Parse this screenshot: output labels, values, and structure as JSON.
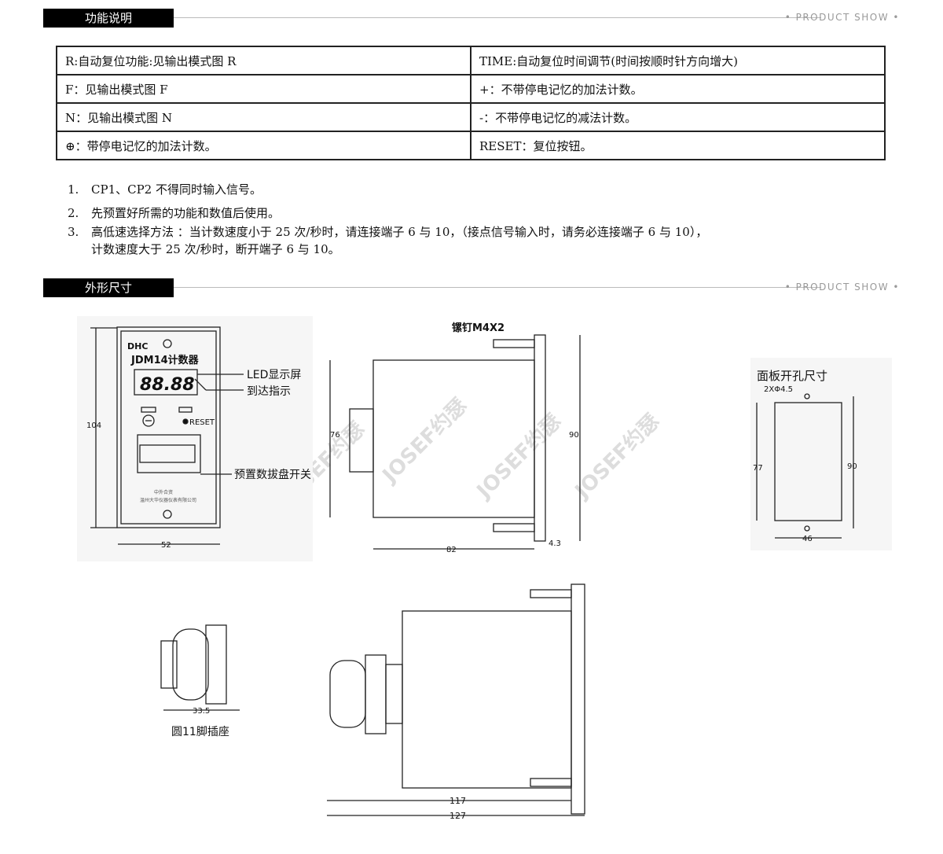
{
  "sections": [
    {
      "title": "功能说明",
      "tag": "• PRODUCT SHOW •"
    },
    {
      "title": "外形尺寸",
      "tag": "• PRODUCT SHOW •"
    }
  ],
  "table": [
    [
      "R:自动复位功能:见输出模式图 R",
      "TIME:自动复位时间调节(时间按顺时针方向增大)"
    ],
    [
      " F：见输出模式图 F",
      "+：不带停电记忆的加法计数。"
    ],
    [
      " N：见输出模式图 N",
      "-：不带停电记忆的减法计数。"
    ],
    [
      " ⊕：带停电记忆的加法计数。",
      "RESET：复位按钮。"
    ]
  ],
  "notes": [
    {
      "num": "1.",
      "text": "CP1、CP2 不得同时输入信号。"
    },
    {
      "num": "2.",
      "text": "先预置好所需的功能和数值后使用。"
    },
    {
      "num": "3.",
      "text": "高低速选择方法 ：当计数速度小于 25 次/秒时，请连接端子 6 与 10，（接点信号输入时，请务必连接端子 6 与 10），",
      "cont": "计数速度大于 25 次/秒时，断开端子 6 与 10。"
    }
  ],
  "front": {
    "brand": "DHC",
    "model": "JDM14计数器",
    "display": "88.88",
    "led": "LED显示屏",
    "arrive": "到达指示",
    "reset": "RESET",
    "dial": "预置数拔盘开关",
    "height": "104",
    "width": "52",
    "maker1": "中外合资",
    "maker2": "温州大华仪器仪表有限公司"
  },
  "side": {
    "screw": "镙钉M4X2",
    "h1": "76",
    "h2": "90",
    "depth": "82",
    "panel": "4.3"
  },
  "cutout": {
    "title": "面板开孔尺寸",
    "hole": "2XΦ4.5",
    "h1": "77",
    "h2": "90",
    "w": "46"
  },
  "socket": {
    "w": "33.5",
    "label": "圆11脚插座"
  },
  "side2": {
    "d1": "117",
    "d2": "127"
  },
  "watermark": "JOSEF约瑟"
}
